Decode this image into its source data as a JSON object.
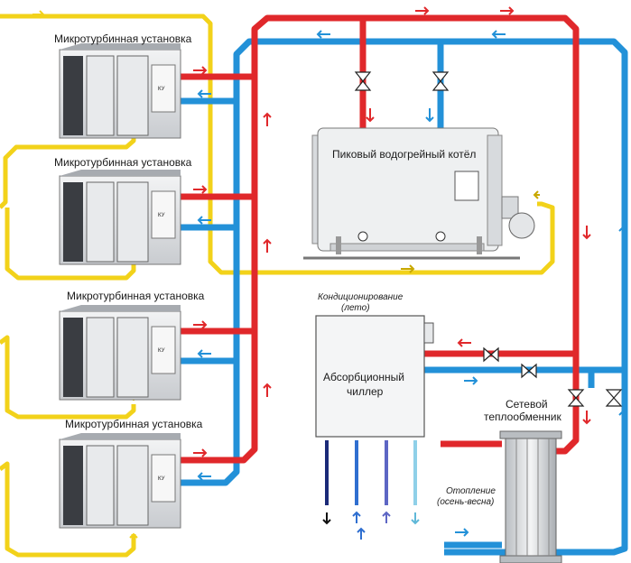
{
  "units": [
    {
      "title": "Микротурбинная установка",
      "hr_label": "КУ"
    },
    {
      "title": "Микротурбинная установка",
      "hr_label": "КУ"
    },
    {
      "title": "Микротурбинная установка",
      "hr_label": "КУ"
    },
    {
      "title": "Микротурбинная установка",
      "hr_label": "КУ"
    }
  ],
  "boiler": {
    "title": "Пиковый водогрейный котёл"
  },
  "chiller": {
    "title_line1": "Абсорбционный",
    "title_line2": "чиллер",
    "caption_line1": "Кондиционирование",
    "caption_line2": "(лето)"
  },
  "heat_exchanger": {
    "title_line1": "Сетевой",
    "title_line2": "теплообменник",
    "caption_line1": "Отопление",
    "caption_line2": "(осень-весна)"
  },
  "colors": {
    "hot": "#e0282b",
    "cold": "#2391d8",
    "gas": "#f2d21a",
    "unit_body": "#d9dcdf",
    "unit_panel": "#3a3d42",
    "boiler_body": "#eceeef"
  }
}
